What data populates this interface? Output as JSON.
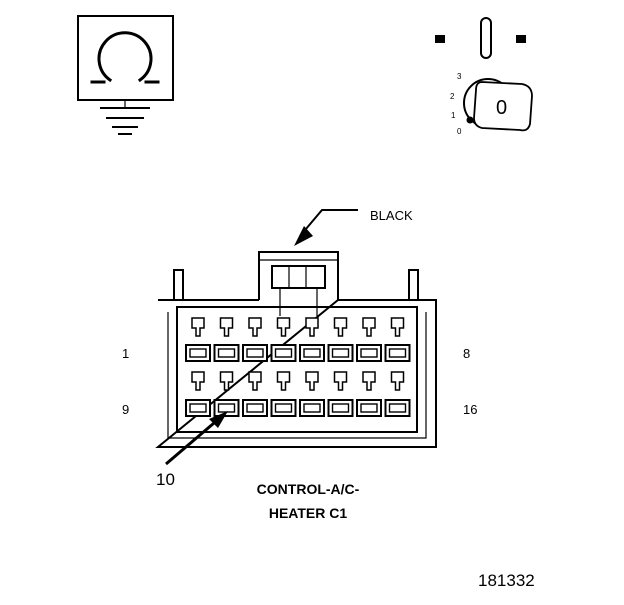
{
  "icons": {
    "ohmmeter": "ohm-symbol-icon",
    "ignition": "ignition-key-icon"
  },
  "ignition": {
    "positions": [
      "3",
      "2",
      "1",
      "0"
    ],
    "key_label": "0"
  },
  "connector": {
    "color_callout": "BLACK",
    "pin_labels": {
      "top_left": "1",
      "top_right": "8",
      "bottom_left": "9",
      "bottom_right": "16"
    },
    "callout_pin": "10",
    "title_line1": "CONTROL-A/C-",
    "title_line2": "HEATER C1",
    "pins_per_row": 8,
    "rows": 2
  },
  "figure_number": "181332"
}
